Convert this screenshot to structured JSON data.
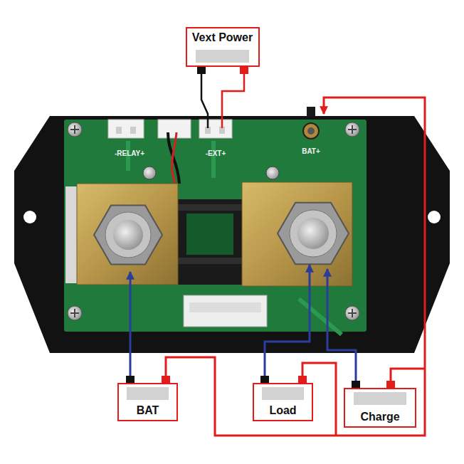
{
  "diagram": {
    "nodes": [
      {
        "text": [
          "Vext Power"
        ]
      },
      {
        "text": [
          "BAT"
        ]
      },
      {
        "text": [
          "Load"
        ]
      },
      {
        "text": [
          "Charge"
        ]
      }
    ],
    "labels": [
      "-RELAY+",
      "-EXT+",
      "BAT+"
    ]
  }
}
